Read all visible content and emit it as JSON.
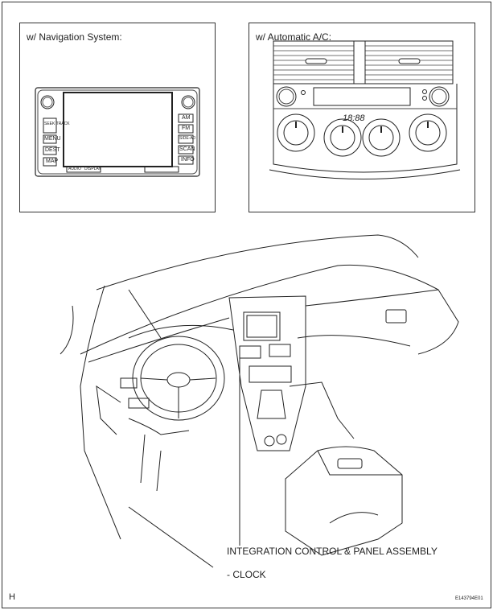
{
  "insets": {
    "navigation": {
      "title": "w/ Navigation System:",
      "buttons_left": [
        "SEEK TRACK",
        "MENU",
        "DEST",
        "MAP"
      ],
      "buttons_right": [
        "AM",
        "FM",
        "SIDE-AD",
        "SCAN",
        "INFO"
      ],
      "bottom_buttons": [
        "AUDIO",
        "DISPLAY"
      ]
    },
    "ac": {
      "title": "w/ Automatic A/C:",
      "display_time": "18:88"
    }
  },
  "callout": {
    "line1": "INTEGRATION CONTROL & PANEL ASSEMBLY",
    "line2": "- CLOCK"
  },
  "corner_letter": "H",
  "figure_code": "E143794E01"
}
